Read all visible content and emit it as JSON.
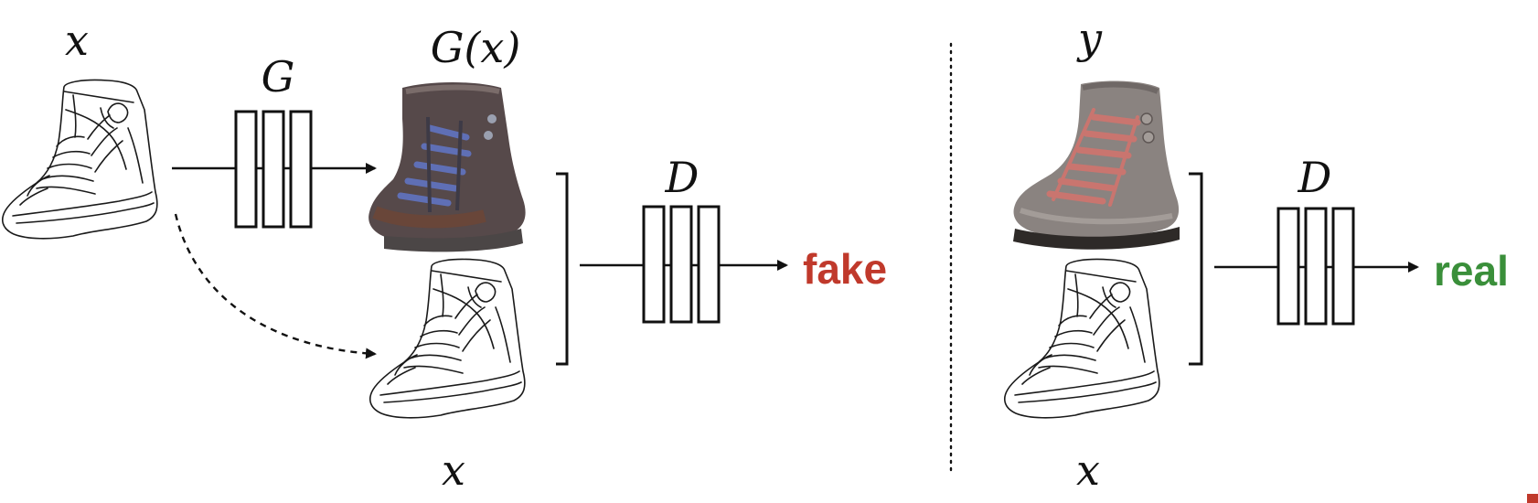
{
  "left_panel": {
    "input_label": "x",
    "generator_label": "G",
    "generated_label": "G(x)",
    "discriminator_label": "D",
    "condition_label": "x",
    "verdict": "fake",
    "verdict_color": "#c0392b"
  },
  "right_panel": {
    "real_label": "y",
    "discriminator_label": "D",
    "condition_label": "x",
    "verdict": "real",
    "verdict_color": "#3a8f3a"
  },
  "colors": {
    "line": "#111111",
    "fake_boot_body": "#5a4e4b",
    "fake_boot_laces": "#5f6fb5",
    "real_boot_body": "#8a8380",
    "real_boot_laces": "#c9756f"
  }
}
